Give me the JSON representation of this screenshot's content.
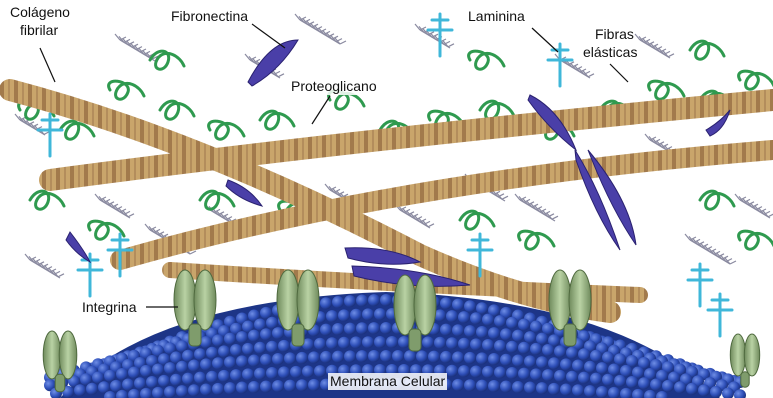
{
  "labels": {
    "colageno_line1": "Colágeno",
    "colageno_line2": "fibrilar",
    "fibronectina": "Fibronectina",
    "proteoglicano": "Proteoglicano",
    "laminina": "Laminina",
    "fibras_line1": "Fibras",
    "fibras_line2": "elásticas",
    "integrina": "Integrina",
    "membrana": "Membrana Celular"
  },
  "colors": {
    "collagen": "#c9a56b",
    "collagen_band": "#9b7248",
    "elastic": "#2f9a4f",
    "fibronectin": "#4a3fa8",
    "laminin": "#3fb7d9",
    "proteoglycan": "#8a8aa0",
    "membrane": "#2e4fb8",
    "integrin": "#9cb88a"
  }
}
